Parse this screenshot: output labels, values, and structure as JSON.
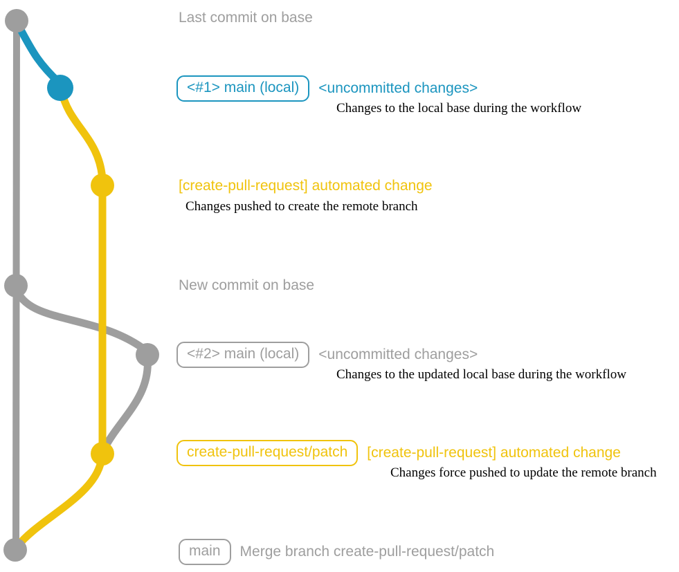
{
  "colors": {
    "gray": "#9e9e9e",
    "blue": "#1b95bf",
    "yellow": "#f0c30d",
    "note_text": "#000000"
  },
  "graph": {
    "commits": [
      {
        "id": "last-commit-on-base",
        "color": "gray"
      },
      {
        "id": "local-main-1",
        "color": "blue"
      },
      {
        "id": "pr-automated-change-1",
        "color": "yellow"
      },
      {
        "id": "new-commit-on-base",
        "color": "gray"
      },
      {
        "id": "local-main-2",
        "color": "gray"
      },
      {
        "id": "pr-automated-change-2",
        "color": "yellow"
      },
      {
        "id": "merge-commit",
        "color": "gray"
      }
    ]
  },
  "annotations": {
    "last_commit": "Last commit on base",
    "row1": {
      "branch_label": "<#1> main (local)",
      "status": "<uncommitted changes>",
      "note": "Changes to the local base during the workflow"
    },
    "row2": {
      "message": "[create-pull-request] automated change",
      "note": "Changes pushed to create the remote branch"
    },
    "new_commit": "New commit on base",
    "row4": {
      "branch_label": "<#2> main (local)",
      "status": "<uncommitted changes>",
      "note": "Changes to the updated local base during the workflow"
    },
    "row5": {
      "branch_label": "create-pull-request/patch",
      "message": "[create-pull-request] automated change",
      "note": "Changes force pushed to update the remote branch"
    },
    "row6": {
      "branch_label": "main",
      "message": "Merge branch create-pull-request/patch"
    }
  }
}
